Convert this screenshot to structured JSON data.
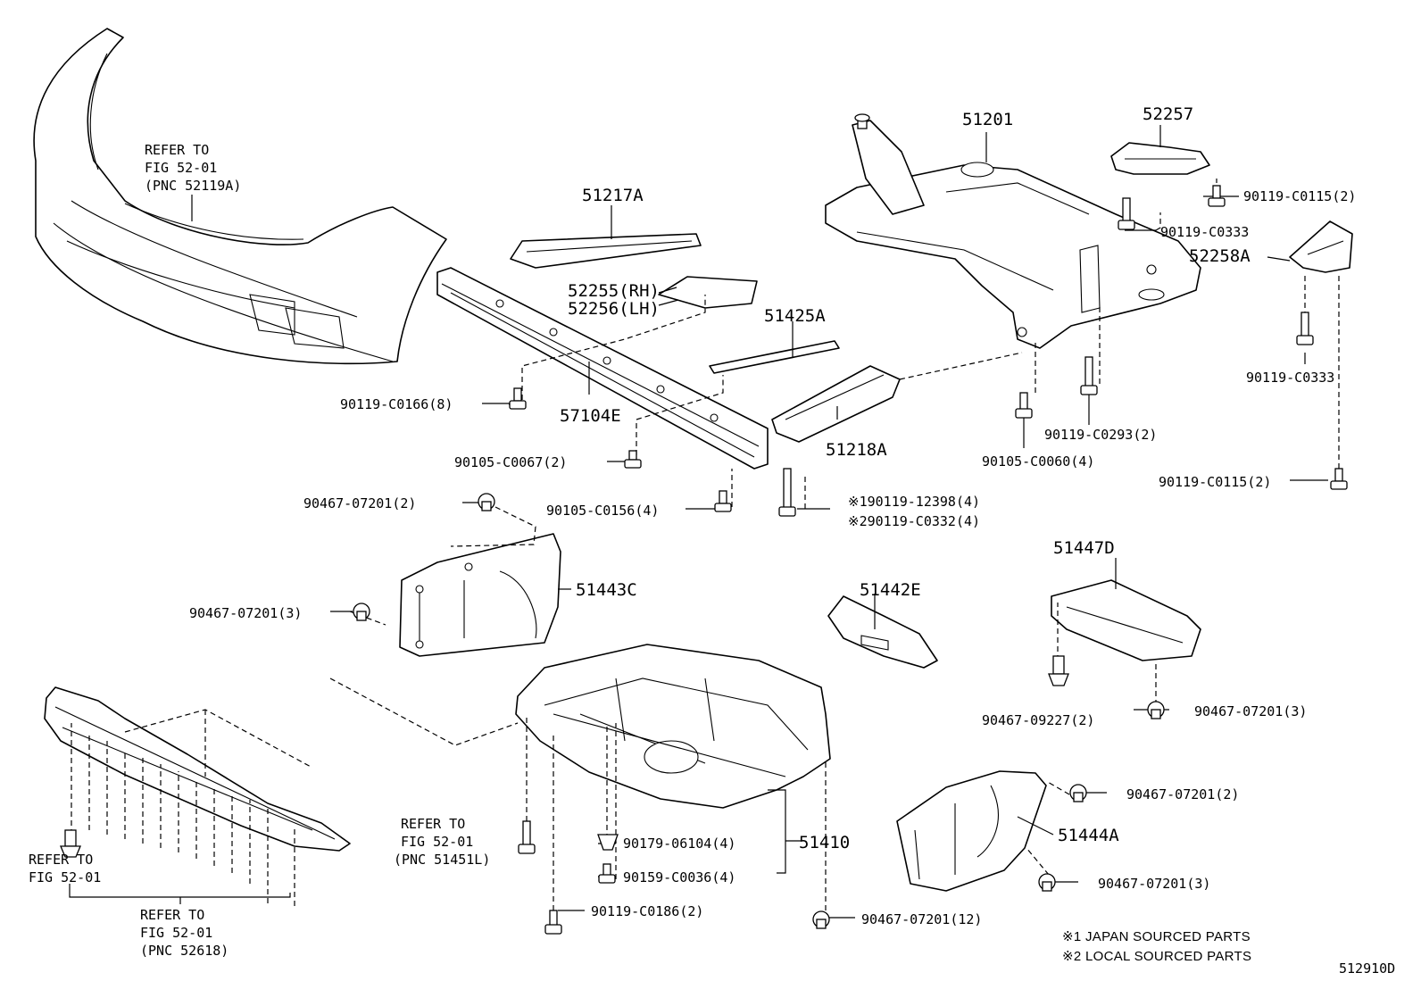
{
  "diagram_id": "512910D",
  "parts": {
    "p51201": "51201",
    "p52257": "52257",
    "p52258A": "52258A",
    "p51217A": "51217A",
    "p52255": "52255(RH)",
    "p52256": "52256(LH)",
    "p51425A": "51425A",
    "p57104E": "57104E",
    "p51218A": "51218A",
    "p51443C": "51443C",
    "p51442E": "51442E",
    "p51447D": "51447D",
    "p51410": "51410",
    "p51444A": "51444A"
  },
  "fasteners": {
    "f_c0115_top": "90119-C0115(2)",
    "f_c0333_a": "90119-C0333",
    "f_c0333_b": "90119-C0333",
    "f_c0166": "90119-C0166(8)",
    "f_c0067": "90105-C0067(2)",
    "f_c0156": "90105-C0156(4)",
    "f_07201_2_top": "90467-07201(2)",
    "f_07201_3_left": "90467-07201(3)",
    "f_c0293": "90119-C0293(2)",
    "f_c0060": "90105-C0060(4)",
    "f_c0115_bottom": "90119-C0115(2)",
    "f_12398": "※190119-12398(4)",
    "f_c0332": "※290119-C0332(4)",
    "f_09227": "90467-09227(2)",
    "f_07201_3_right": "90467-07201(3)",
    "f_07201_2_right": "90467-07201(2)",
    "f_07201_3_low": "90467-07201(3)",
    "f_06104": "90179-06104(4)",
    "f_c0036": "90159-C0036(4)",
    "f_c0186": "90119-C0186(2)",
    "f_07201_12": "90467-07201(12)"
  },
  "references": {
    "ref_top": [
      "REFER TO",
      "FIG 52-01",
      "(PNC 52119A)"
    ],
    "ref_left": [
      "REFER TO",
      "FIG 52-01"
    ],
    "ref_bottom": [
      "REFER TO",
      "FIG 52-01",
      "(PNC 52618)"
    ],
    "ref_mid": [
      "REFER TO",
      "FIG 52-01",
      "(PNC 51451L)"
    ]
  },
  "notes": [
    "※1 JAPAN SOURCED PARTS",
    "※2 LOCAL SOURCED PARTS"
  ]
}
